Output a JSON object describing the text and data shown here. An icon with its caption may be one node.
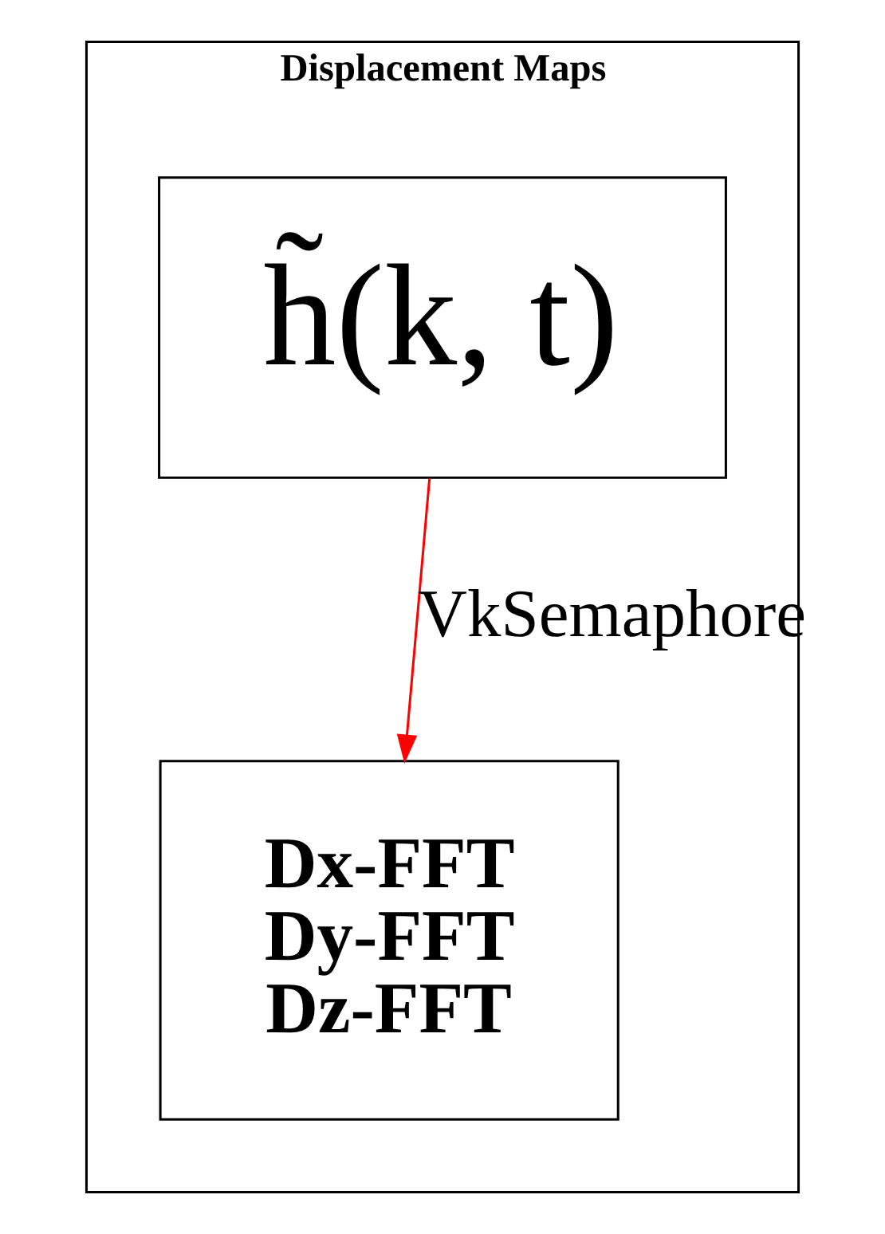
{
  "diagram": {
    "nodes": [
      {
        "text": [
          "Displacement Maps"
        ]
      },
      {
        "text": [
          "h̃(k, t)"
        ],
        "in": 0
      },
      {
        "text": [
          "Dx-FFT",
          "Dy-FFT",
          "Dz-FFT"
        ],
        "in": 0
      }
    ],
    "edges": [
      {
        "from": 1,
        "to": 2,
        "arrow": "to",
        "label": "VkSemaphore",
        "color": "#ff0000"
      }
    ]
  }
}
